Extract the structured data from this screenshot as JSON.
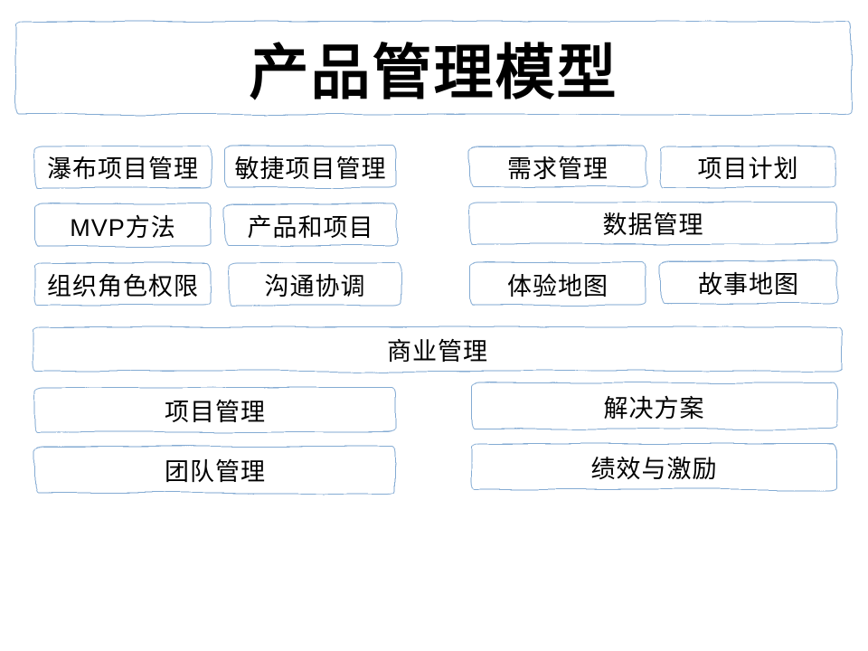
{
  "title": "产品管理模型",
  "colors": {
    "border": "#84abd3",
    "text": "#000000",
    "background": "#ffffff"
  },
  "boxes": [
    {
      "label": "瀑布项目管理"
    },
    {
      "label": "敏捷项目管理"
    },
    {
      "label": "需求管理"
    },
    {
      "label": "项目计划"
    },
    {
      "label": "MVP方法"
    },
    {
      "label": "产品和项目"
    },
    {
      "label": "数据管理"
    },
    {
      "label": "组织角色权限"
    },
    {
      "label": "沟通协调"
    },
    {
      "label": "体验地图"
    },
    {
      "label": "故事地图"
    },
    {
      "label": "商业管理"
    },
    {
      "label": "项目管理"
    },
    {
      "label": "解决方案"
    },
    {
      "label": "团队管理"
    },
    {
      "label": "绩效与激励"
    }
  ]
}
